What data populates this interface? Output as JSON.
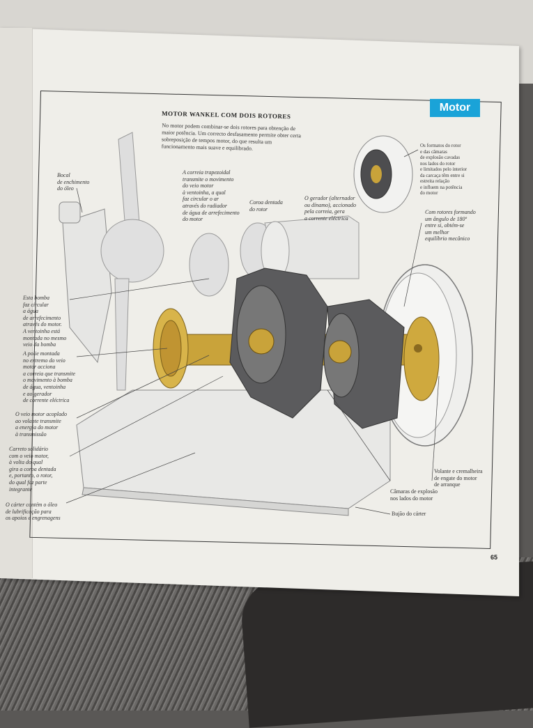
{
  "section_tag": "Motor",
  "title": "MOTOR WANKEL COM DOIS ROTORES",
  "intro": "No motor podem combinar-se dois rotores para obtenção de maior potência. Um correcto desfasamento permite obter certa sobreposição de tempos motor, do que resulta um funcionamento mais suave e equilibrado.",
  "labels": {
    "bocal": "Bocal\nde enchimento\ndo óleo",
    "correia": "A correia trapezoidal\ntransmite o movimento\ndo veio motor\nà ventoinha, a qual\nfaz circular o ar\natravés do radiador\nde água de arrefecimento\ndo motor",
    "coroa": "Coroa dentada\ndo rotor",
    "gerador": "O gerador (alternador\nou dínamo), accionado\npela correia, gera\na corrente eléctrica",
    "formatos": "Os formatos do rotor\ne das câmaras\nde explosão cavadas\nnos lados do rotor\ne limitados pelo interior\nda carcaça têm entre si\nestreita relação\ne influem na potência\ndo motor",
    "rotores": "Com rotores formando\num ângulo de 180º\nentre si, obtém-se\num melhor\nequilíbrio mecânico",
    "bomba": "Esta bomba\nfaz circular\na água\nde arrefecimento\natravés do motor.\nA ventoinha está\nmontada no mesmo\nveio da bomba",
    "polie": "A polie montada\nno extremo do veio\nmotor acciona\na correia que transmite\no movimento à bomba\nde água, ventoinha\ne ao gerador\nde corrente eléctrica",
    "veio": "O veio motor acoplado\nao volante transmite\na energia do motor\nà transmissão",
    "carreto": "Carreto solidário\ncom o veio motor,\nà volta do qual\ngira a coroa dentada\ne, portanto, o rotor,\ndo qual faz parte\nintegrante",
    "carter": "O cárter contém o óleo\nde lubrificação para\nos apoios e engrenagens",
    "volante": "Volante e cremalheira\nde engate do motor\nde arranque",
    "camaras": "Câmaras de explosão\nnos lados do motor",
    "bujao": "Bujão do cárter"
  },
  "page_number": "65",
  "colors": {
    "tag": "#1aa3d8",
    "brass": "#c9a33a",
    "rotor_housing": "#5b5b5d",
    "page": "#efeee9"
  }
}
